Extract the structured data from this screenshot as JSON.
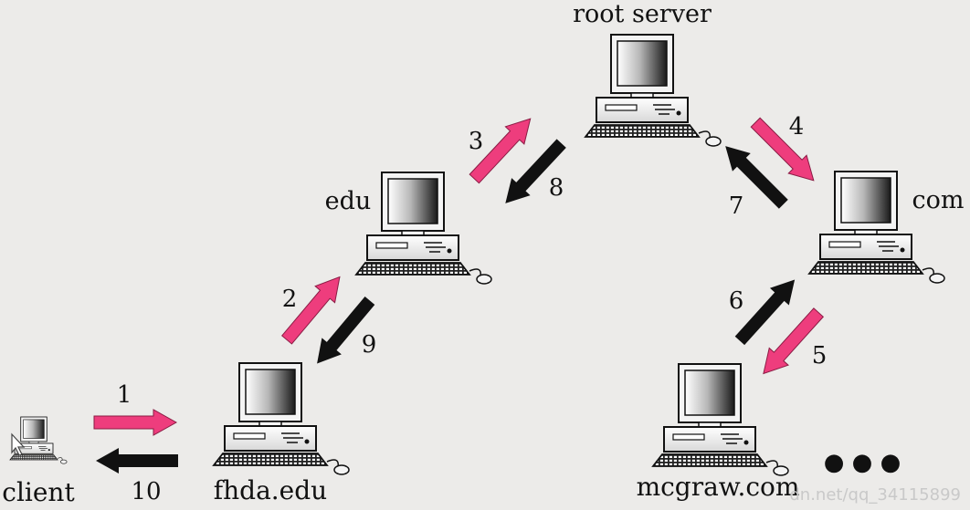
{
  "diagram": {
    "nodes": {
      "client": "client",
      "fhda": "fhda.edu",
      "edu": "edu",
      "root": "root server",
      "com": "com",
      "mcgraw": "mcgraw.com"
    },
    "steps": [
      "1",
      "2",
      "3",
      "4",
      "5",
      "6",
      "7",
      "8",
      "9",
      "10"
    ],
    "ellipsis": "● ● ●",
    "watermark": "dn.net/qq_34115899"
  },
  "colors": {
    "request": "#ee3d7d",
    "response": "#111111",
    "background": "#ecebe9"
  },
  "icons": [
    "desktop-computer-icon",
    "pink-arrow-icon",
    "black-arrow-icon"
  ]
}
